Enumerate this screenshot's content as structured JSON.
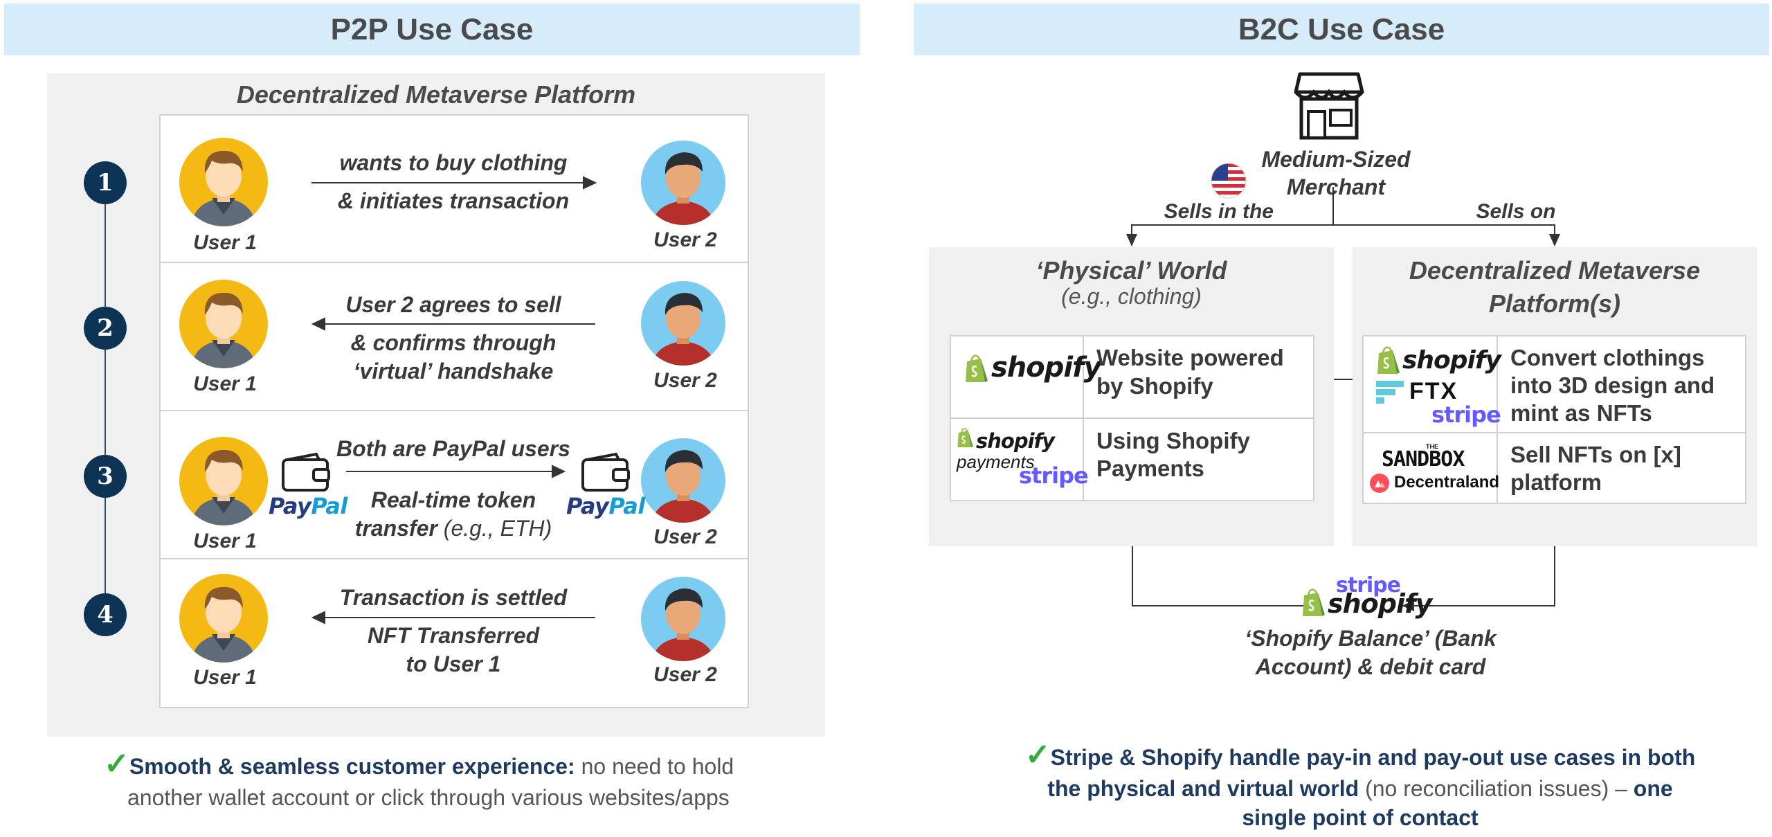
{
  "p2p": {
    "title": "P2P Use Case",
    "platform_title": "Decentralized Metaverse Platform",
    "steps": [
      {
        "number": "1",
        "left_user": "User 1",
        "right_user": "User 2",
        "line1": "wants to buy clothing",
        "line2": "& initiates transaction"
      },
      {
        "number": "2",
        "left_user": "User 1",
        "right_user": "User 2",
        "line1": "User 2 agrees to sell",
        "line2": "& confirms through",
        "line3": "‘virtual’ handshake"
      },
      {
        "number": "3",
        "left_user": "User 1",
        "right_user": "User 2",
        "line1": "Both are PayPal users",
        "line2": "Real-time token",
        "line3_bold": "transfer",
        "line3_light": " (e.g., ETH)",
        "paypal_a": "Pay",
        "paypal_b": "Pal"
      },
      {
        "number": "4",
        "left_user": "User 1",
        "right_user": "User 2",
        "line1": "Transaction is settled",
        "line2": "NFT Transferred",
        "line3": "to User 1"
      }
    ],
    "footer_bold": "Smooth & seamless customer experience:",
    "footer_rest1": " no need to hold",
    "footer_line2": "another wallet account or click through various websites/apps"
  },
  "b2c": {
    "title": "B2C Use Case",
    "merchant_line1": "Medium-Sized",
    "merchant_line2": "Merchant",
    "sells_in": "Sells in the",
    "sells_on": "Sells on",
    "physical_title": "‘Physical’ World",
    "physical_sub": "(e.g., clothing)",
    "metaverse_title1": "Decentralized Metaverse",
    "metaverse_title2": "Platform(s)",
    "physical_rows": [
      {
        "text1": "Website powered",
        "text2": "by Shopify",
        "logo": "shopify"
      },
      {
        "text1": "Using Shopify",
        "text2": "Payments",
        "logo_a": "shopify",
        "logo_b": "payments",
        "logo_c": "stripe"
      }
    ],
    "metaverse_rows": [
      {
        "text1": "Convert clothings",
        "text2": "into 3D design and",
        "text3": "mint as NFTs",
        "logo_a": "shopify",
        "logo_b": "FTX",
        "logo_c": "stripe"
      },
      {
        "text1": "Sell NFTs on [x]",
        "text2": "platform",
        "logo_a": "SANDBOX",
        "logo_a_small": "THE",
        "logo_b": "Decentraland"
      }
    ],
    "balance_logo_a": "stripe",
    "balance_logo_b": "shopify",
    "balance_line1": "‘Shopify Balance’ (Bank",
    "balance_line2": "Account) & debit card",
    "footer_line1": "Stripe & Shopify handle pay-in and pay-out use cases in both",
    "footer_line2_bold": "the physical and virtual world",
    "footer_line2_light": " (no reconciliation issues) – ",
    "footer_line2_bold2": "one",
    "footer_line3": "single point of contact"
  },
  "colors": {
    "banner": "#d6ecfa",
    "navy": "#0e3455",
    "check": "#2fae3c",
    "stripe": "#635bff",
    "shopify_green": "#95bf47",
    "paypal_dark": "#253b80",
    "paypal_light": "#179bd7",
    "user1_bg": "#f5b914",
    "user2_bg": "#7ccbf0"
  }
}
